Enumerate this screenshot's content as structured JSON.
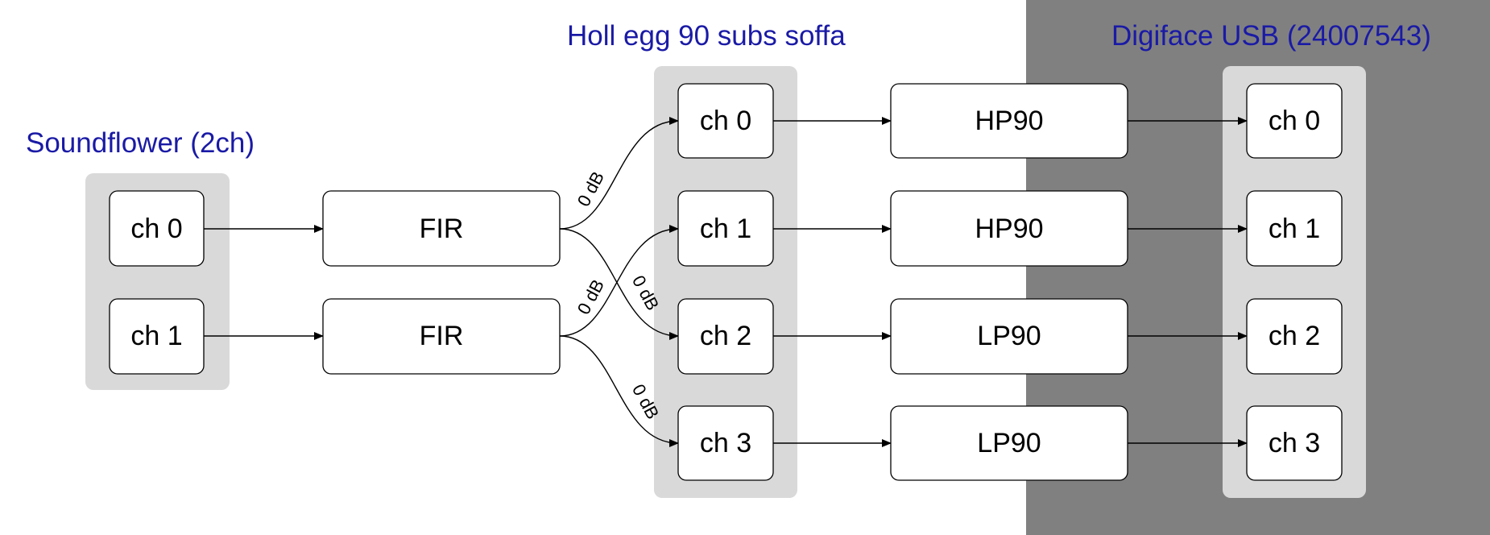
{
  "colors": {
    "background": "#ffffff",
    "dark_region": "#808080",
    "group_fill": "#d9d9d9",
    "group_title": "#1a1aa6",
    "node_fill": "#ffffff",
    "stroke": "#000000"
  },
  "groups": {
    "soundflower": {
      "title": "Soundflower (2ch)",
      "channels": [
        "ch 0",
        "ch 1"
      ]
    },
    "holl": {
      "title": "Holl egg 90 subs soffa",
      "channels": [
        "ch 0",
        "ch 1",
        "ch 2",
        "ch 3"
      ]
    },
    "digiface": {
      "title": "Digiface USB (24007543)",
      "channels": [
        "ch 0",
        "ch 1",
        "ch 2",
        "ch 3"
      ]
    }
  },
  "filters": {
    "fir": [
      "FIR",
      "FIR"
    ],
    "stage": [
      "HP90",
      "HP90",
      "LP90",
      "LP90"
    ]
  },
  "routes": [
    {
      "from": "fir.0",
      "to": "holl.0",
      "label": "0 dB"
    },
    {
      "from": "fir.0",
      "to": "holl.2",
      "label": "0 dB"
    },
    {
      "from": "fir.1",
      "to": "holl.1",
      "label": "0 dB"
    },
    {
      "from": "fir.1",
      "to": "holl.3",
      "label": "0 dB"
    }
  ]
}
